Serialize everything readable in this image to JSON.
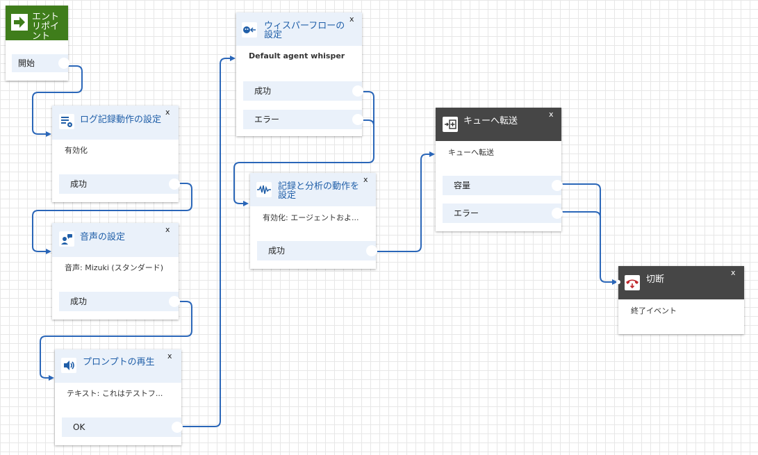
{
  "entry": {
    "title": "エントリポイント",
    "start_label": "開始"
  },
  "blocks": {
    "logging": {
      "title": "ログ記録動作の設定",
      "desc": "有効化",
      "branches": [
        "成功"
      ],
      "close": "x"
    },
    "voice": {
      "title": "音声の設定",
      "desc": "音声: Mizuki (スタンダード)",
      "branches": [
        "成功"
      ],
      "close": "x"
    },
    "prompt": {
      "title": "プロンプトの再生",
      "desc": "テキスト: これはテストフ...",
      "branches": [
        "OK"
      ],
      "close": "x"
    },
    "whisper": {
      "title": "ウィスパーフローの設定",
      "desc": "Default agent whisper",
      "branches": [
        "成功",
        "エラー"
      ],
      "close": "x"
    },
    "recording": {
      "title": "記録と分析の動作を設定",
      "desc": "有効化: エージェントおよ...",
      "branches": [
        "成功"
      ],
      "close": "x"
    },
    "queue": {
      "title": "キューへ転送",
      "desc": "キューへ転送",
      "branches": [
        "容量",
        "エラー"
      ],
      "close": "x"
    },
    "disconnect": {
      "title": "切断",
      "desc": "終了イベント",
      "close": "x"
    }
  },
  "icons": {
    "entry": "arrow-right-icon",
    "logging": "log-settings-icon",
    "voice": "voice-person-icon",
    "prompt": "speaker-icon",
    "whisper": "whisper-icon",
    "recording": "waveform-icon",
    "queue": "transfer-queue-icon",
    "disconnect": "hang-up-phone-icon"
  },
  "colors": {
    "connector": "#2a66b8",
    "entry_header": "#3f7d1b",
    "dark_header": "#464646",
    "block_header": "#eaf1fa",
    "title_text": "#1f5ea8",
    "hangup_red": "#c0282d"
  }
}
